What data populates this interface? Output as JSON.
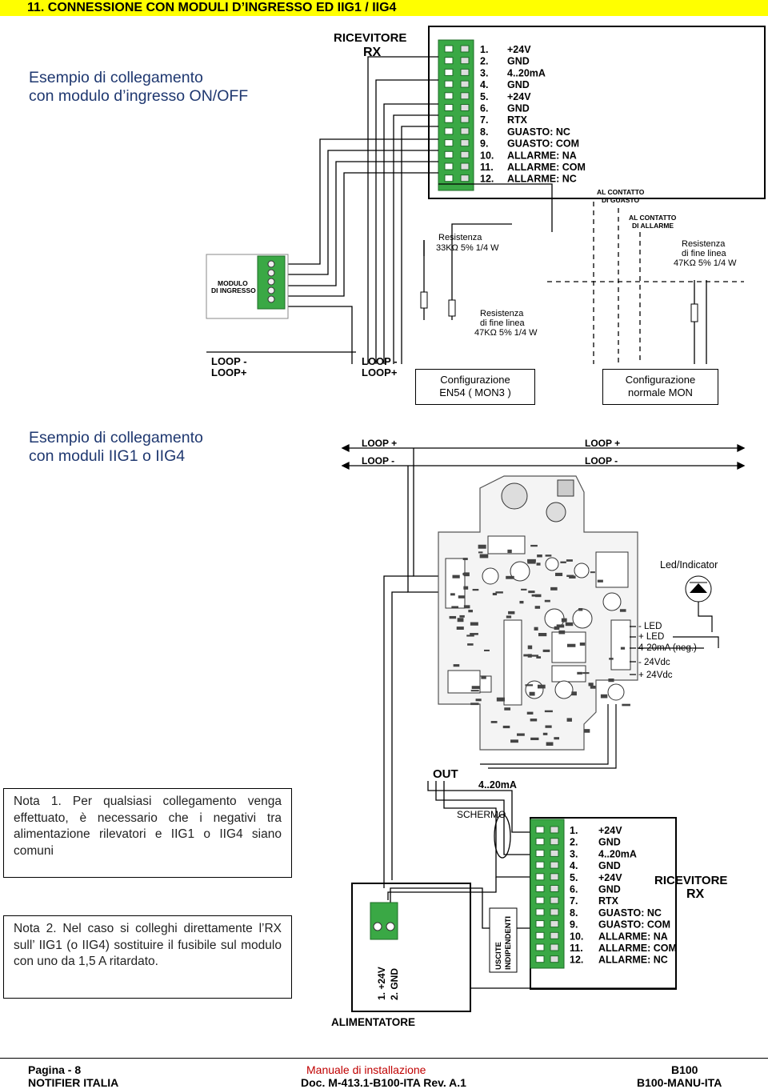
{
  "header": {
    "title": "11. CONNESSIONE CON MODULI D’INGRESSO ED IIG1 / IIG4"
  },
  "examples": {
    "onoff_line1": "Esempio di collegamento",
    "onoff_line2": "con modulo d’ingresso ON/OFF",
    "iig_line1": "Esempio di collegamento",
    "iig_line2": "con moduli IIG1 o IIG4"
  },
  "diagram1": {
    "receiver_line1": "RICEVITORE",
    "receiver_line2": "RX",
    "terminals": [
      {
        "num": "1.",
        "label": "+24V"
      },
      {
        "num": "2.",
        "label": "GND"
      },
      {
        "num": "3.",
        "label": "4..20mA"
      },
      {
        "num": "4.",
        "label": "GND"
      },
      {
        "num": "5.",
        "label": "+24V"
      },
      {
        "num": "6.",
        "label": "GND"
      },
      {
        "num": "7.",
        "label": "RTX"
      },
      {
        "num": "8.",
        "label": "GUASTO: NC"
      },
      {
        "num": "9.",
        "label": "GUASTO: COM"
      },
      {
        "num": "10.",
        "label": "ALLARME: NA"
      },
      {
        "num": "11.",
        "label": "ALLARME: COM"
      },
      {
        "num": "12.",
        "label": "ALLARME: NC"
      }
    ],
    "contatto_guasto_1": "AL CONTATTO",
    "contatto_guasto_2": "DI GUASTO",
    "contatto_allarme_1": "AL CONTATTO",
    "contatto_allarme_2": "DI ALLARME",
    "res33_1": "Resistenza",
    "res33_2": "33KΩ 5% 1/4 W",
    "res47a_1": "Resistenza",
    "res47a_2": "di fine linea",
    "res47a_3": "47KΩ 5% 1/4 W",
    "res47b_1": "Resistenza",
    "res47b_2": "di fine linea",
    "res47b_3": "47KΩ 5% 1/4 W",
    "modulo_1": "MODULO",
    "modulo_2": "DI INGRESSO",
    "loop_a_minus": "LOOP -",
    "loop_a_plus": "LOOP+",
    "loop_b_minus": "LOOP -",
    "loop_b_plus": "LOOP+",
    "config_en54_1": "Configurazione",
    "config_en54_2": "EN54 ( MON3 )",
    "config_normal_1": "Configurazione",
    "config_normal_2": "normale  MON"
  },
  "diagram2": {
    "loop_plus_left": "LOOP +",
    "loop_minus_left": "LOOP -",
    "loop_plus_right": "LOOP +",
    "loop_minus_right": "LOOP -",
    "led_indicator": "Led/Indicator",
    "out_pins": [
      "- LED",
      "+ LED",
      "4-20mA (neg.)",
      "- 24Vdc",
      "+ 24Vdc"
    ],
    "out": "OUT",
    "out_signal": "4..20mA",
    "schermo": "SCHERMO",
    "receiver_line1": "RICEVITORE",
    "receiver_line2": "RX",
    "uscite_1": "USCITE",
    "uscite_2": "INDIPENDENTI",
    "alim_pin1": "1.  +24V",
    "alim_pin2": "2.  GND",
    "alimentatore": "ALIMENTATORE",
    "terminals": [
      {
        "num": "1.",
        "label": "+24V"
      },
      {
        "num": "2.",
        "label": "GND"
      },
      {
        "num": "3.",
        "label": "4..20mA"
      },
      {
        "num": "4.",
        "label": "GND"
      },
      {
        "num": "5.",
        "label": "+24V"
      },
      {
        "num": "6.",
        "label": "GND"
      },
      {
        "num": "7.",
        "label": "RTX"
      },
      {
        "num": "8.",
        "label": "GUASTO: NC"
      },
      {
        "num": "9.",
        "label": "GUASTO: COM"
      },
      {
        "num": "10.",
        "label": "ALLARME: NA"
      },
      {
        "num": "11.",
        "label": "ALLARME: COM"
      },
      {
        "num": "12.",
        "label": "ALLARME: NC"
      }
    ]
  },
  "notes": {
    "nota1": "Nota 1. Per qualsiasi collegamento venga effettuato, è necessario che i negativi tra alimentazione rilevatori e IIG1 o IIG4 siano comuni",
    "nota2": "Nota 2. Nel caso si colleghi direttamente l’RX sull’ IIG1 (o IIG4) sostituire il fusibile sul modulo con uno da 1,5 A ritardato."
  },
  "footer": {
    "page": "Pagina - 8",
    "manual": "Manuale di installazione",
    "product": "B100",
    "company": "NOTIFIER ITALIA",
    "doc": "Doc. M-413.1-B100-ITA Rev. A.1",
    "code": "B100-MANU-ITA"
  },
  "colors": {
    "header_bg": "#ffff00",
    "heading_text": "#1f3870",
    "terminal_green": "#3aa845",
    "footer_manual": "#c00000"
  }
}
